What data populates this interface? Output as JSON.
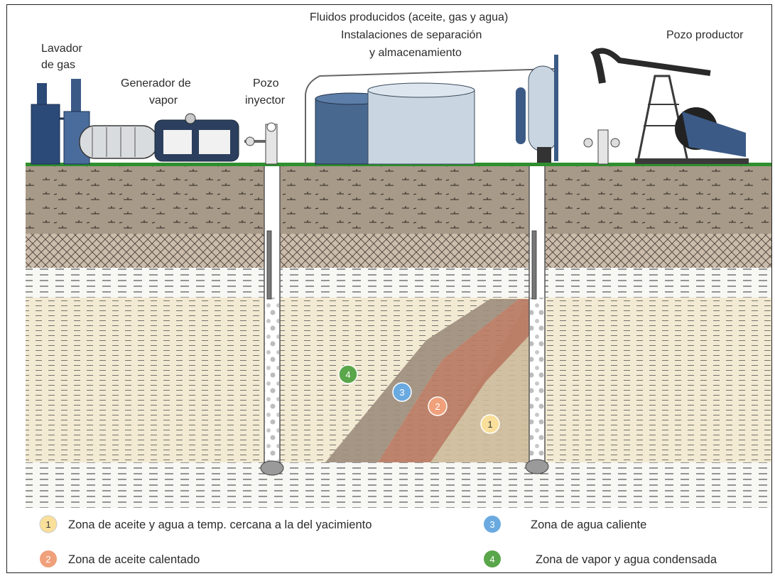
{
  "labels": {
    "gas_scrubber": [
      "Lavador",
      "de gas"
    ],
    "steam_generator": [
      "Generador de",
      "vapor"
    ],
    "injector_well": [
      "Pozo",
      "inyector"
    ],
    "produced_fluids": [
      "Fluidos producidos (aceite, gas y agua)",
      "Instalaciones de separación",
      "y almacenamiento"
    ],
    "producer_well": "Pozo productor"
  },
  "zones": [
    {
      "number": "1",
      "label": "Zona de aceite y agua a temp. cercana a la del yacimiento",
      "color": "#f9df9a",
      "text_color": "#3a3a3a"
    },
    {
      "number": "2",
      "label": "Zona de aceite calentado",
      "color": "#f0a07a",
      "text_color": "#ffffff"
    },
    {
      "number": "3",
      "label": "Zona de agua caliente",
      "color": "#6aaae0",
      "text_color": "#ffffff"
    },
    {
      "number": "4",
      "label": "Zona de vapor y agua condensada",
      "color": "#5aa64a",
      "text_color": "#ffffff"
    }
  ],
  "colors": {
    "topsoil": "#a89a88",
    "cap_rock": "#cbbcab",
    "reservoir": "#f3ead3",
    "hot_water_zone": "#9e8e7e",
    "heated_oil_zone": "#b97a63",
    "cold_zone": "#cdbb9b",
    "ground_line": "#2f8f2f",
    "equipment_blue": "#3b5a86"
  }
}
